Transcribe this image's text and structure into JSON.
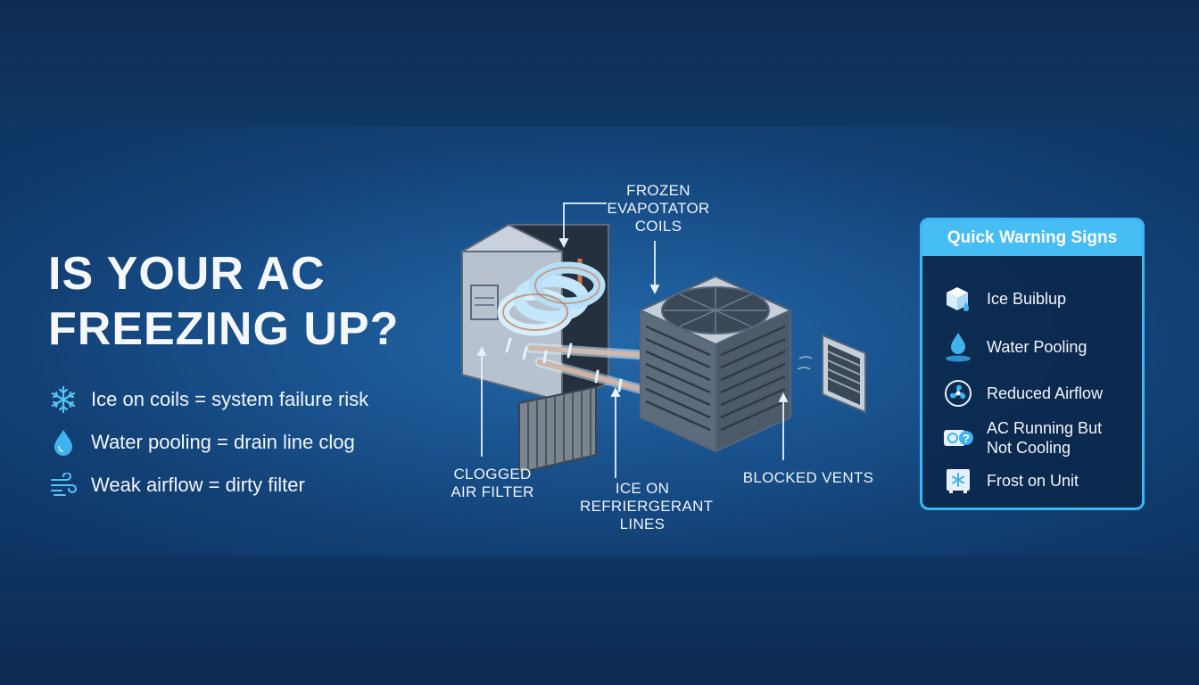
{
  "headline": {
    "line1": "IS YOUR AC",
    "line2": "FREEZING UP?"
  },
  "bullets": [
    {
      "icon": "snowflake-icon",
      "text": "Ice on coils = system failure risk"
    },
    {
      "icon": "water-drop-icon",
      "text": "Water pooling = drain line clog"
    },
    {
      "icon": "wind-icon",
      "text": "Weak airflow = dirty filter"
    }
  ],
  "callouts": {
    "frozen_coils": [
      "FROZEN",
      "EVAPOTATOR",
      "COILS"
    ],
    "clogged_filter": [
      "CLOGGED",
      "AIR FILTER"
    ],
    "ice_lines": [
      "ICE ON",
      "REFRIERGERANT",
      "LINES"
    ],
    "blocked_vents": "BLOCKED VENTS"
  },
  "panel": {
    "title": "Quick Warning Signs",
    "items": [
      {
        "icon": "ice-cube-icon",
        "label": "Ice Buiblup"
      },
      {
        "icon": "water-pooling-icon",
        "label": "Water Pooling"
      },
      {
        "icon": "fan-icon",
        "label": "Reduced Airflow"
      },
      {
        "icon": "ac-unit-question-icon",
        "label_line1": "AC Running But",
        "label_line2": "Not Cooling"
      },
      {
        "icon": "frost-unit-icon",
        "label": "Frost on Unit"
      }
    ]
  },
  "colors": {
    "accent": "#46bdf4",
    "background": "#0c2546",
    "band": "#1a5490",
    "copper": "#c8754a",
    "ice": "#cfeeff"
  }
}
